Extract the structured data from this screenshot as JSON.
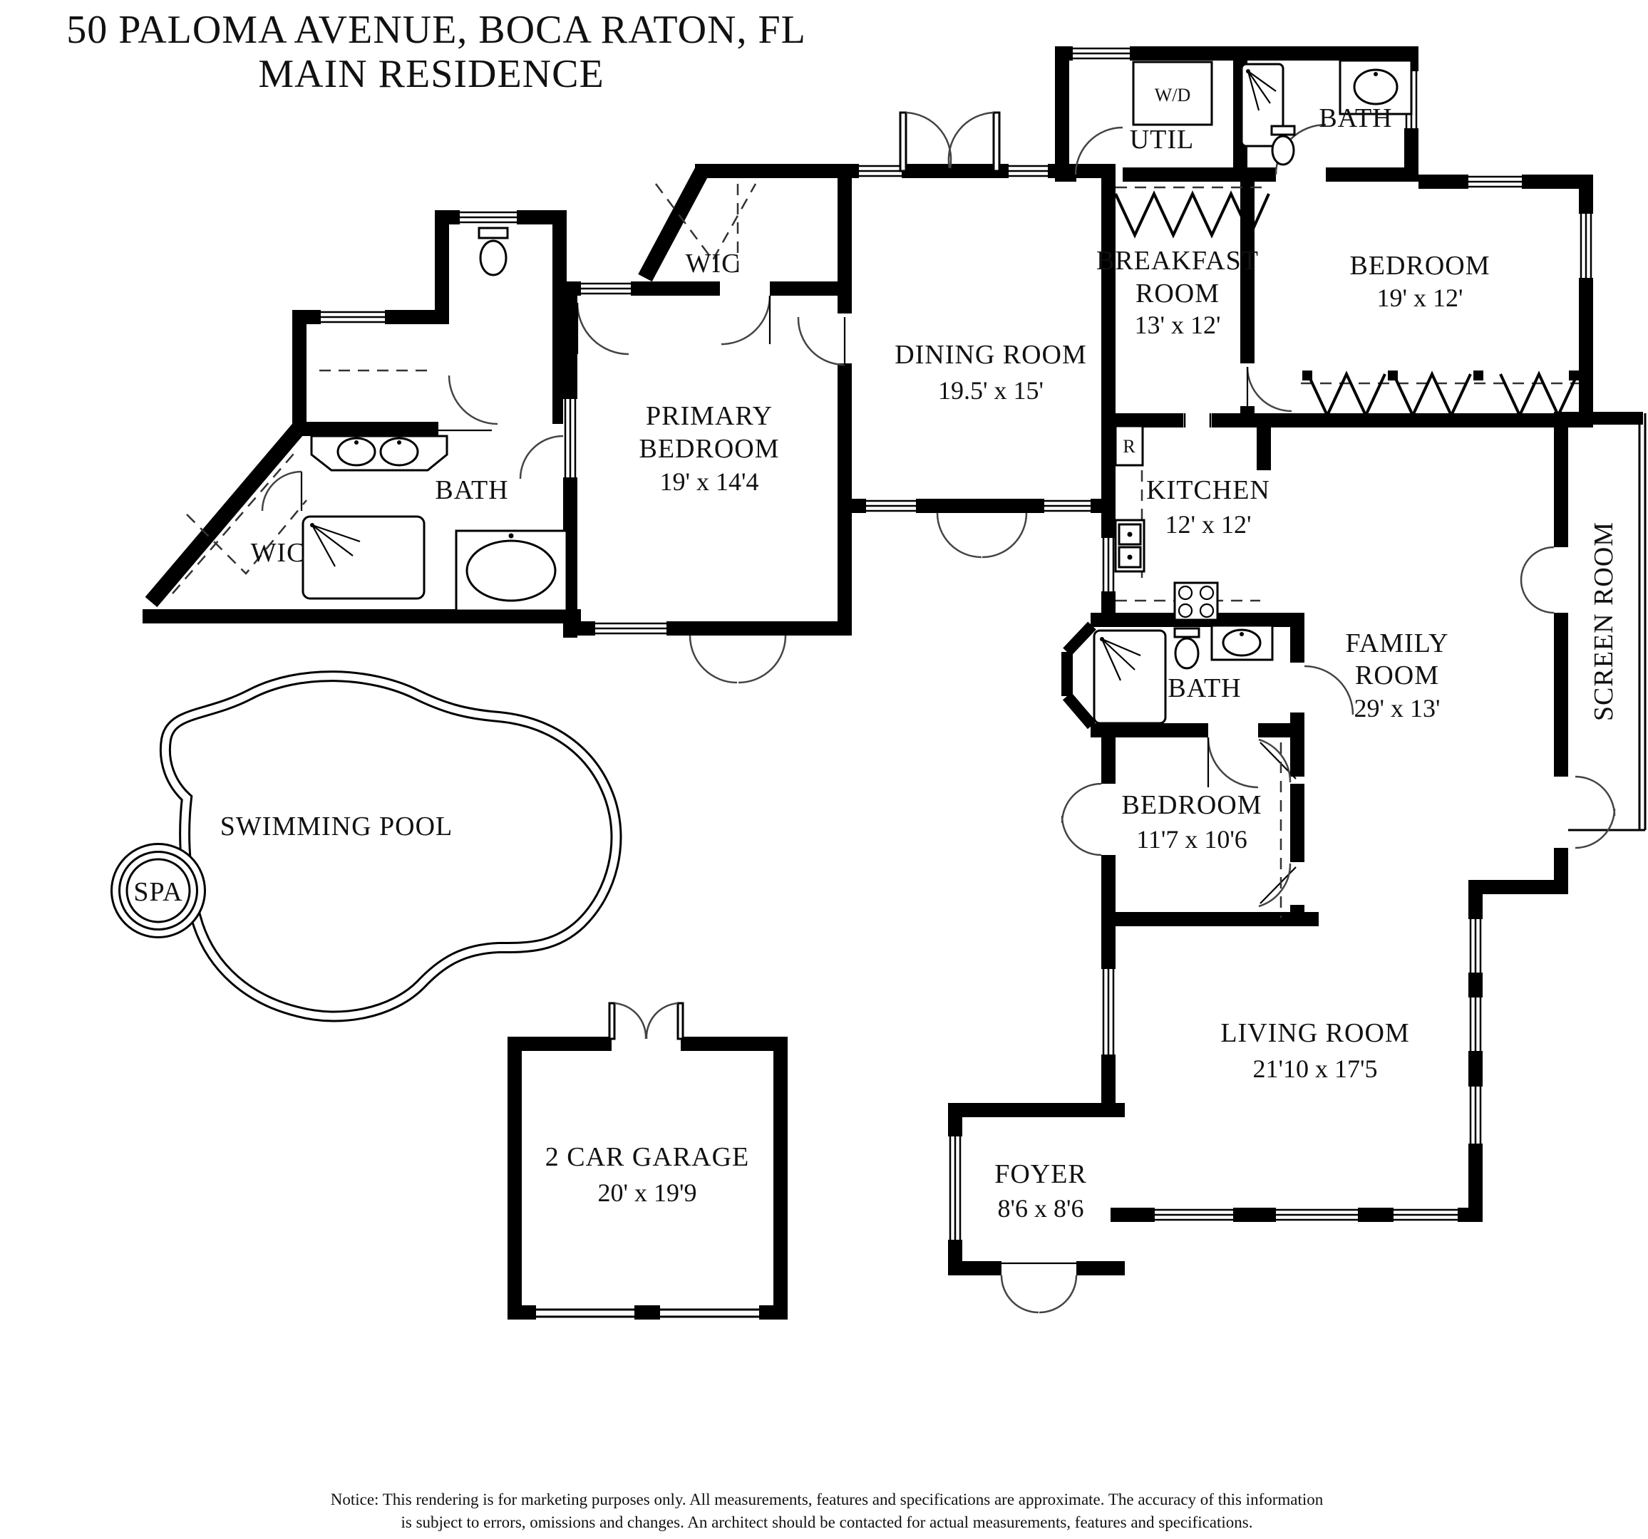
{
  "title": {
    "line1": "50 PALOMA AVENUE, BOCA RATON, FL",
    "line2": "MAIN RESIDENCE"
  },
  "rooms": {
    "util": {
      "name": "UTIL",
      "wd": "W/D"
    },
    "bath_top": {
      "name": "BATH"
    },
    "breakfast": {
      "l1": "BREAKFAST",
      "l2": "ROOM",
      "dims": "13' x 12'"
    },
    "bedroom_right": {
      "name": "BEDROOM",
      "dims": "19' x 12'"
    },
    "dining": {
      "name": "DINING ROOM",
      "dims": "19.5' x 15'"
    },
    "wic_top": {
      "name": "WIC"
    },
    "primary": {
      "l1": "PRIMARY",
      "l2": "BEDROOM",
      "dims": "19' x 14'4"
    },
    "bath_left": {
      "name": "BATH"
    },
    "wic_left": {
      "name": "WIC"
    },
    "kitchen": {
      "name": "KITCHEN",
      "dims": "12' x 12'",
      "fridge": "R"
    },
    "screen": {
      "name": "SCREEN ROOM"
    },
    "family": {
      "l1": "FAMILY",
      "l2": "ROOM",
      "dims": "29' x 13'"
    },
    "bath_mid": {
      "name": "BATH"
    },
    "bedroom_mid": {
      "name": "BEDROOM",
      "dims": "11'7 x 10'6"
    },
    "living": {
      "name": "LIVING ROOM",
      "dims": "21'10 x 17'5"
    },
    "foyer": {
      "name": "FOYER",
      "dims": "8'6 x 8'6"
    },
    "garage": {
      "name": "2 CAR GARAGE",
      "dims": "20' x 19'9"
    },
    "pool": {
      "name": "SWIMMING POOL"
    },
    "spa": {
      "name": "SPA"
    }
  },
  "notice": {
    "line1": "Notice: This rendering is for marketing purposes only. All measurements, features and specifications are approximate. The accuracy of this information",
    "line2": "is subject to errors, omissions and changes. An architect should be contacted for actual measurements, features and specifications."
  }
}
